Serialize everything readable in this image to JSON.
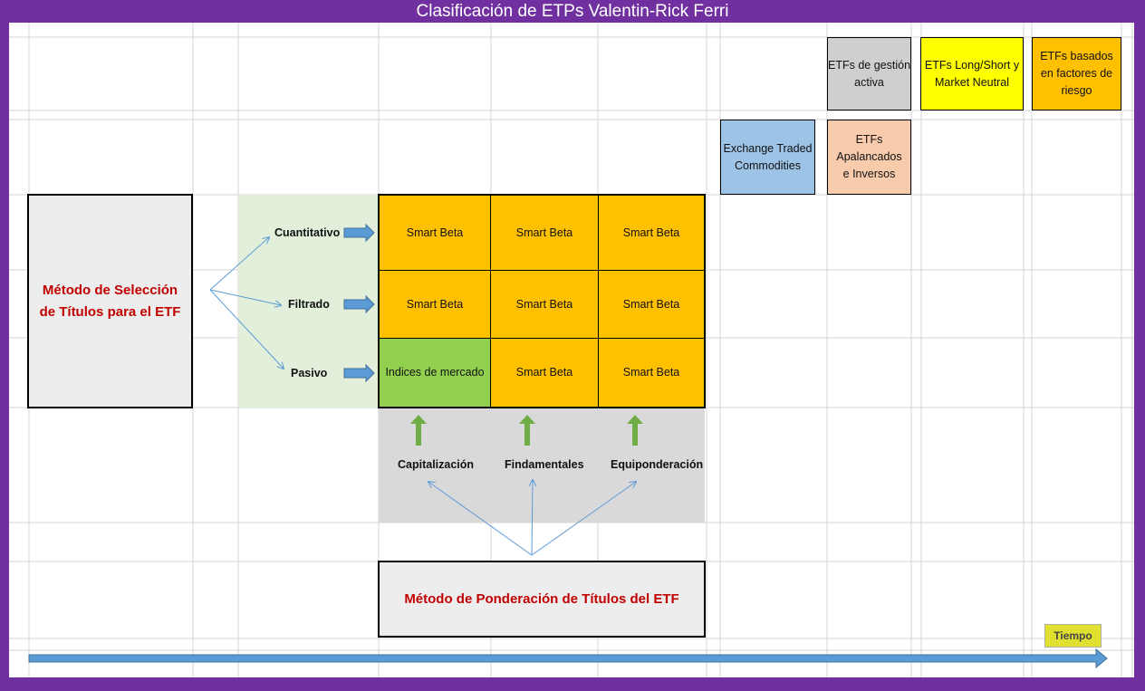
{
  "title": "Clasificación de ETPs   Valentin-Rick Ferri",
  "top_boxes": [
    {
      "label": "ETFs de gestión activa",
      "color": "#d0cece"
    },
    {
      "label": "ETFs Long/Short y Market Neutral",
      "color": "#ffff00"
    },
    {
      "label": "ETFs basados en factores de riesgo",
      "color": "#ffc000"
    },
    {
      "label": "Exchange Traded Commodities",
      "color": "#9dc3e6"
    },
    {
      "label": "ETFs Apalancados e Inversos",
      "color": "#f8cbad"
    }
  ],
  "selection_method": "Método de Selección de Títulos para el  ETF",
  "selection_types": [
    "Cuantitativo",
    "Filtrado",
    "Pasivo"
  ],
  "matrix": [
    [
      "Smart Beta",
      "Smart Beta",
      "Smart Beta"
    ],
    [
      "Smart Beta",
      "Smart Beta",
      "Smart Beta"
    ],
    [
      "Indices de mercado",
      "Smart Beta",
      "Smart Beta"
    ]
  ],
  "weighting_types": [
    "Capitalización",
    "Findamentales",
    "Equiponderación"
  ],
  "weighting_method": "Método de Ponderación de Títulos del ETF",
  "time_label": "Tiempo",
  "colors": {
    "frame": "#7030a0",
    "smart_beta": "#ffc000",
    "market": "#92d050",
    "selection_bg": "#e2efda",
    "weighting_bg": "#d9d9d9",
    "arrow": "#5b9bd5"
  }
}
